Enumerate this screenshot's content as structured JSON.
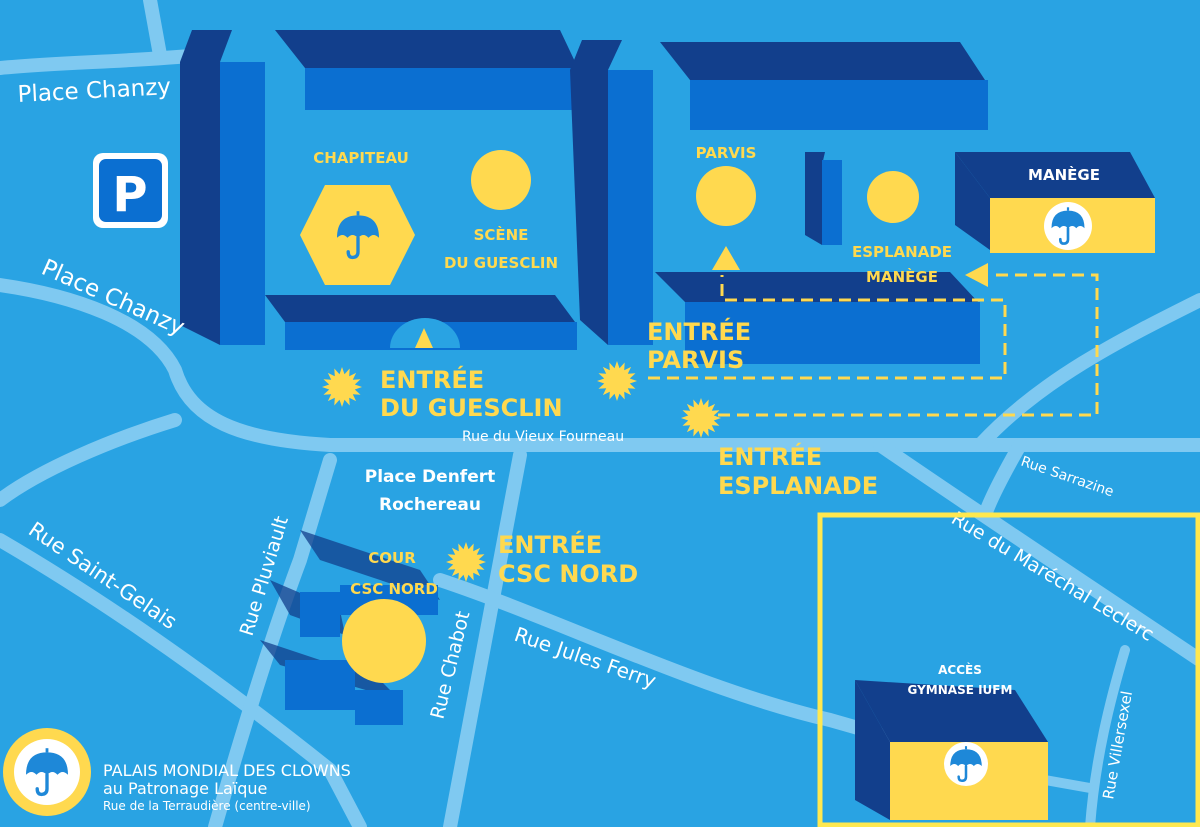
{
  "colors": {
    "background": "#29a3e3",
    "road": "#7fc9f1",
    "building_top": "#0b6fd1",
    "building_side": "#123f8c",
    "accent_yellow": "#ffd94f",
    "text_white": "#ffffff"
  },
  "streets": {
    "place_chanzy_top": "Place Chanzy",
    "place_chanzy_left": "Place Chanzy",
    "vieux_fourneau": "Rue du Vieux Fourneau",
    "sarrazine": "Rue Sarrazine",
    "marechal_leclerc": "Rue du Maréchal Leclerc",
    "saint_gelais": "Rue Saint-Gelais",
    "pluviault": "Rue Pluviault",
    "chabot": "Rue Chabot",
    "jules_ferry": "Rue Jules Ferry",
    "villersexel": "Rue Villersexel"
  },
  "place_denfert": {
    "line1": "Place Denfert",
    "line2": "Rochereau"
  },
  "venues": {
    "chapiteau": "CHAPITEAU",
    "scene": {
      "line1": "SCÈNE",
      "line2": "DU GUESCLIN"
    },
    "parvis": "PARVIS",
    "esplanade": {
      "line1": "ESPLANADE",
      "line2": "MANÈGE"
    },
    "manege": "MANÈGE",
    "cour": {
      "line1": "COUR",
      "line2": "CSC NORD"
    },
    "gymnase": {
      "line1": "ACCÈS",
      "line2": "GYMNASE IUFM"
    }
  },
  "entrances": {
    "guesclin": {
      "line1": "ENTRÉE",
      "line2": "DU GUESCLIN"
    },
    "parvis": {
      "line1": "ENTRÉE",
      "line2": "PARVIS"
    },
    "esplanade": {
      "line1": "ENTRÉE",
      "line2": "ESPLANADE"
    },
    "csc": {
      "line1": "ENTRÉE",
      "line2": "CSC NORD"
    }
  },
  "parking": {
    "letter": "P",
    "icon": "parking-icon"
  },
  "legend": {
    "icon": "umbrella-icon",
    "line1": "PALAIS MONDIAL DES CLOWNS",
    "line2": "au Patronage Laïque",
    "line3": "Rue de la Terraudière (centre-ville)"
  }
}
